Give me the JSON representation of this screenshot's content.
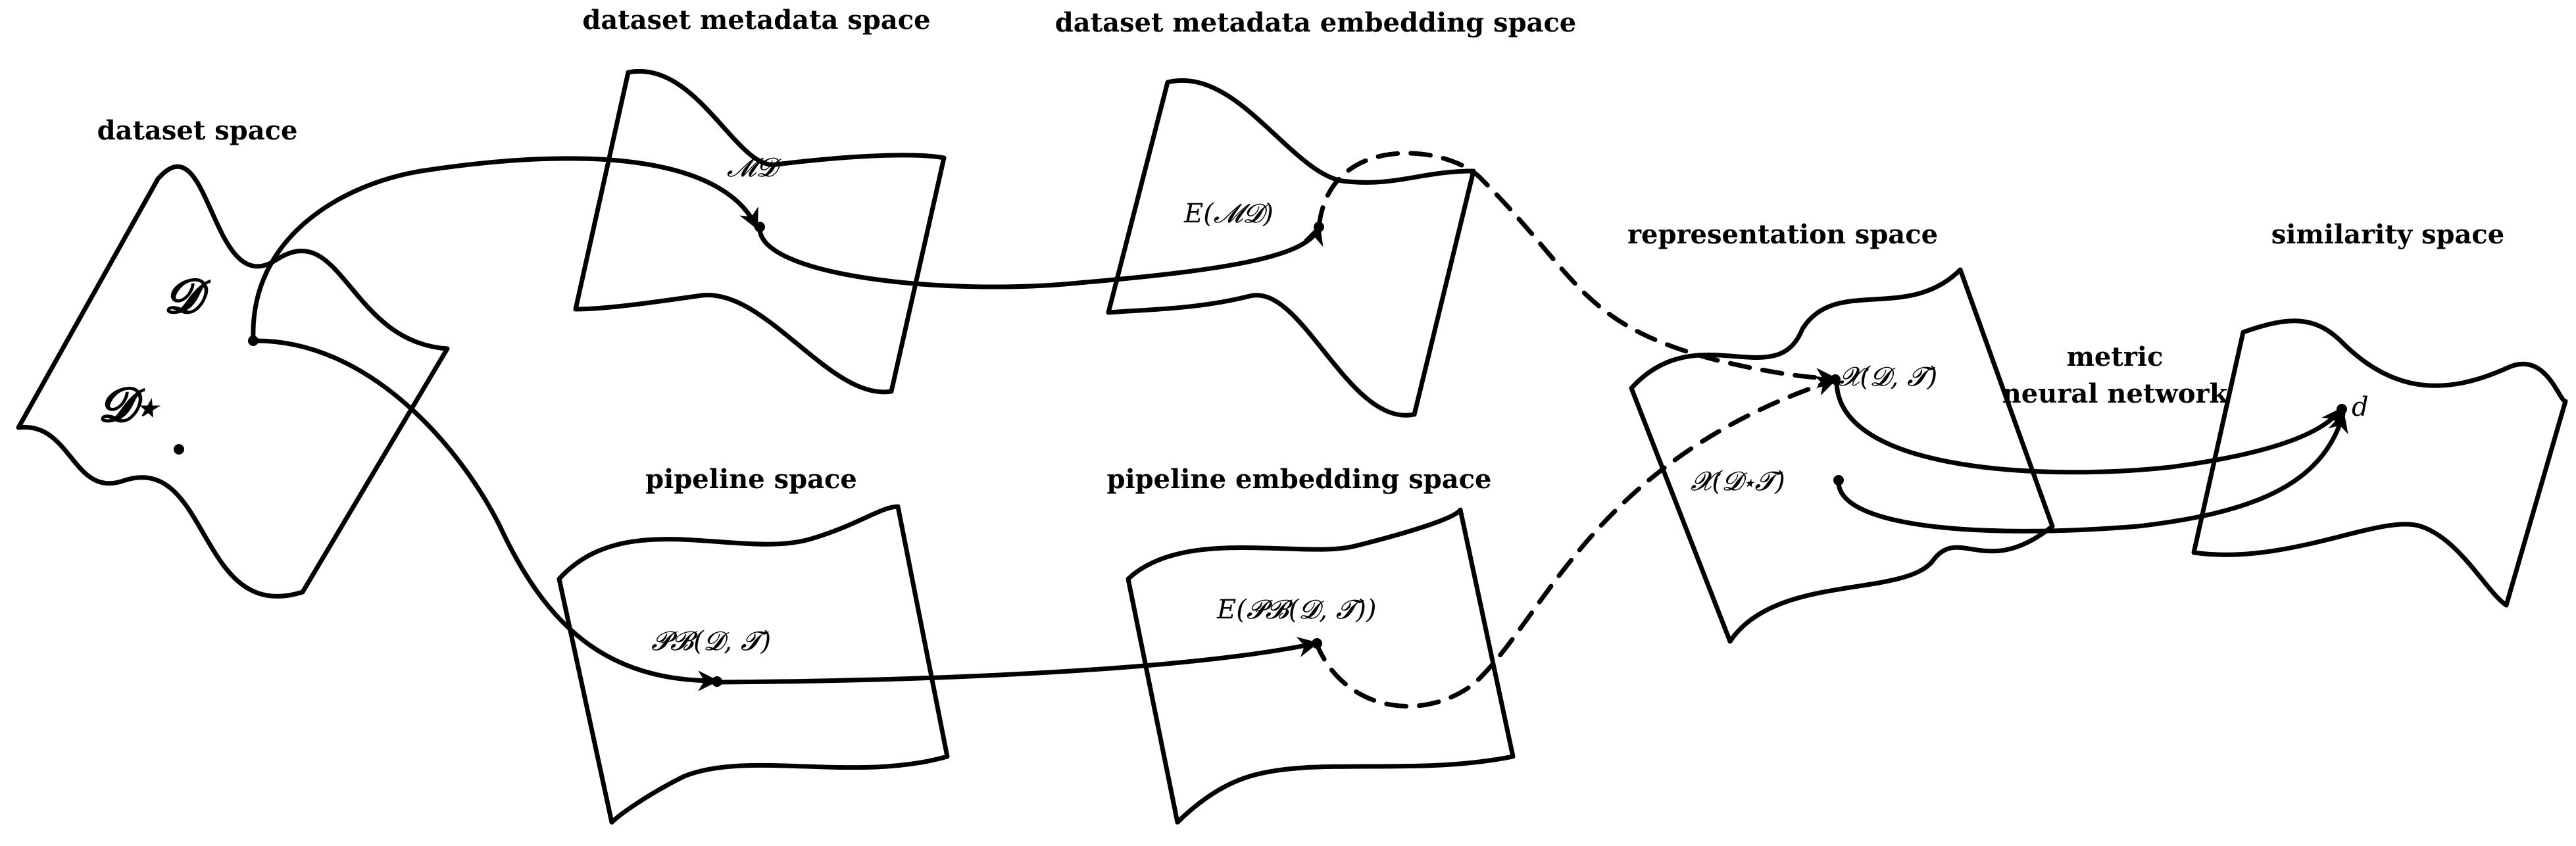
{
  "spaces": {
    "dataset": "dataset space",
    "metadata": "dataset metadata space",
    "metadata_embedding": "dataset metadata embedding space",
    "pipeline": "pipeline space",
    "pipeline_embedding": "pipeline embedding space",
    "representation": "representation space",
    "similarity": "similarity space"
  },
  "edge_labels": {
    "metric_line1": "metric",
    "metric_line2": "neural network"
  },
  "points": {
    "D": "𝓓",
    "D_star": "𝓓⋆",
    "M_D": "𝓜𝓓",
    "E_M_D": "E(𝓜𝓓)",
    "P_B": "𝓟𝓑(𝓓, 𝓣)",
    "E_P_B": "E(𝓟𝓑(𝓓, 𝓣))",
    "X_D": "𝓧(𝓓, 𝓣)",
    "X_D_star": "𝓧(𝓓⋆𝓣)",
    "d": "d"
  }
}
